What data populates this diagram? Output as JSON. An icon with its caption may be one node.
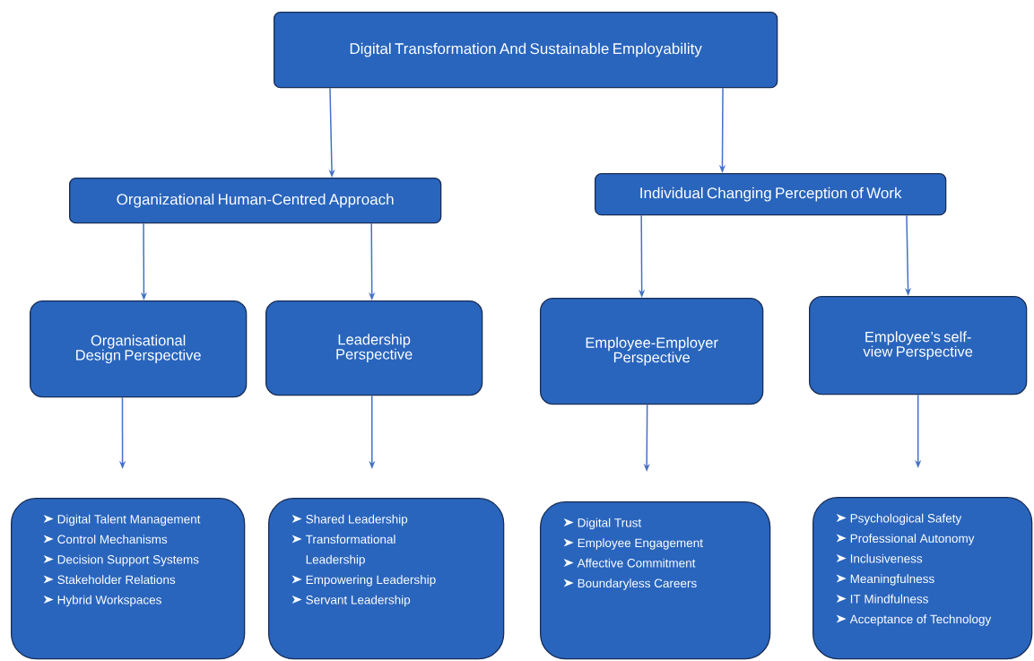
{
  "diagram": {
    "nodes": [
      {
        "text": [
          "Digital Transformation And Sustainable Employability"
        ]
      },
      {
        "text": [
          "Organizational Human-Centred Approach"
        ]
      },
      {
        "text": [
          "Individual Changing Perception of Work"
        ]
      },
      {
        "text": [
          "Organisational Design Perspective"
        ]
      },
      {
        "text": [
          "Leadership Perspective"
        ]
      },
      {
        "text": [
          "Employee-Employer Perspective"
        ]
      },
      {
        "text": [
          "Employee’s self-view Perspective"
        ]
      },
      {
        "text": [
          "Digital Talent Management",
          "Control Mechanisms",
          "Decision Support Systems",
          "Stakeholder Relations",
          "Hybrid Workspaces"
        ]
      },
      {
        "text": [
          "Shared Leadership",
          "Transformational Leadership",
          "Empowering Leadership",
          "Servant Leadership"
        ]
      },
      {
        "text": [
          "Digital Trust",
          "Employee Engagement",
          "Affective Commitment",
          "Boundaryless Careers"
        ]
      },
      {
        "text": [
          "Psychological Safety",
          "Professional Autonomy",
          "Inclusiveness",
          "Meaningfulness",
          "IT Mindfulness",
          "Acceptance of Technology"
        ]
      }
    ],
    "edges": [
      {
        "from": 0,
        "to": 1,
        "arrow": "to"
      },
      {
        "from": 0,
        "to": 2,
        "arrow": "to"
      },
      {
        "from": 1,
        "to": 3,
        "arrow": "to"
      },
      {
        "from": 1,
        "to": 4,
        "arrow": "to"
      },
      {
        "from": 2,
        "to": 5,
        "arrow": "to"
      },
      {
        "from": 2,
        "to": 6,
        "arrow": "to"
      },
      {
        "from": 3,
        "to": 7,
        "arrow": "to"
      },
      {
        "from": 4,
        "to": 8,
        "arrow": "to"
      },
      {
        "from": 5,
        "to": 9,
        "arrow": "to"
      },
      {
        "from": 6,
        "to": 10,
        "arrow": "to"
      }
    ]
  }
}
